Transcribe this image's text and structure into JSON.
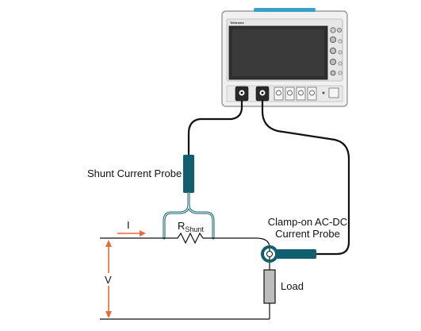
{
  "oscilloscope": {
    "brand": "Tektronix"
  },
  "labels": {
    "shunt_probe": "Shunt Current Probe",
    "clamp_probe_line1": "Clamp-on AC-DC",
    "clamp_probe_line2": "Current Probe",
    "resistor_main": "R",
    "resistor_sub": "Shunt",
    "current": "I",
    "voltage": "V",
    "load": "Load"
  },
  "colors": {
    "probe_teal": "#0f5f6f",
    "arrow_orange": "#e8693a",
    "scope_body": "#f1f1f1",
    "scope_screen": "#2f2f2f",
    "scope_accent": "#3aa0c8",
    "load_fill": "#bdbdbd"
  }
}
